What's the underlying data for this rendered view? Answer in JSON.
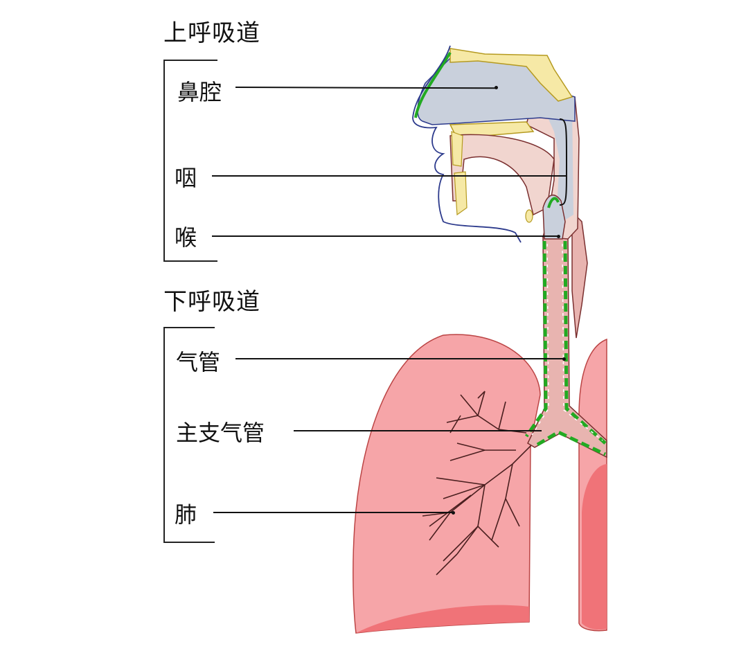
{
  "upper_tract": {
    "heading": "上呼吸道",
    "parts": [
      "鼻腔",
      "咽",
      "喉"
    ]
  },
  "lower_tract": {
    "heading": "下呼吸道",
    "parts": [
      "气管",
      "主支气管",
      "肺"
    ]
  },
  "colors": {
    "airway": "#c9d0dc",
    "lung": "#f6a5a8",
    "lung_dark": "#f07378",
    "tissue": "#f1d5cf",
    "bone": "#f6e9a6",
    "cilia_green": "#22aa22"
  }
}
